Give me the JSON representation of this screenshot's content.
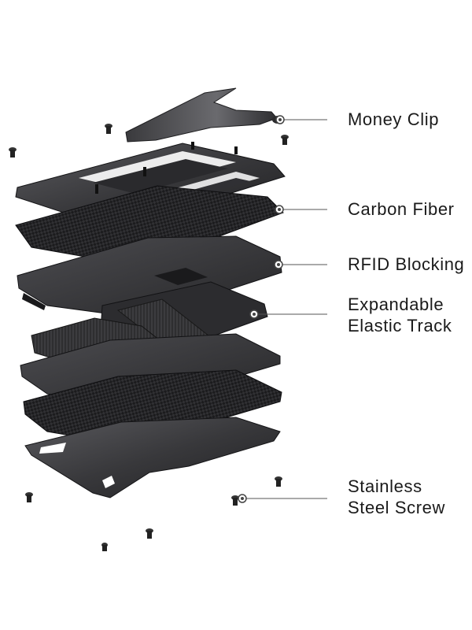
{
  "callouts": [
    {
      "id": "money-clip",
      "lines": [
        "Money Clip"
      ]
    },
    {
      "id": "carbon-fiber",
      "lines": [
        "Carbon Fiber"
      ]
    },
    {
      "id": "rfid-blocking",
      "lines": [
        "RFID Blocking"
      ]
    },
    {
      "id": "elastic-track",
      "lines": [
        "Expandable",
        "Elastic Track"
      ]
    },
    {
      "id": "steel-screw",
      "lines": [
        "Stainless",
        "Steel Screw"
      ]
    }
  ],
  "colors": {
    "text": "#1a1a1a",
    "leader": "#555555",
    "metal_dark": "#2b2b2d",
    "metal_mid": "#4a4a4d",
    "carbon": "#1c1c1e",
    "elastic": "#3a3a3a"
  }
}
